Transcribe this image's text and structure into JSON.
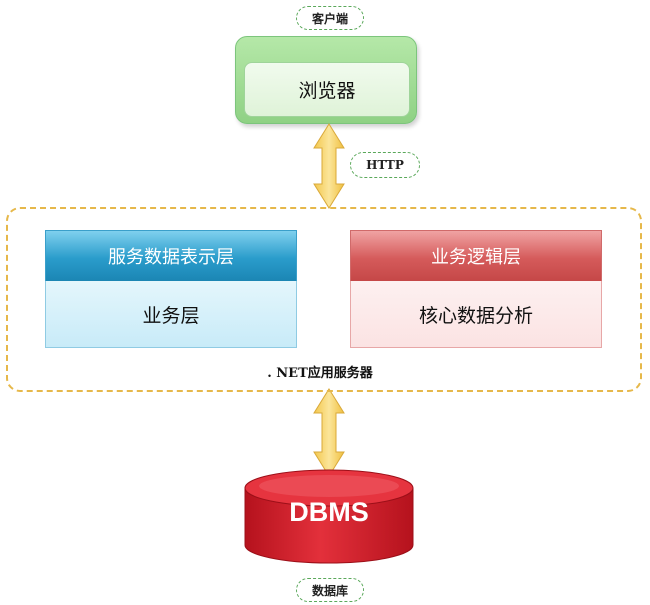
{
  "client": {
    "label": "客户端",
    "browser": "浏览器"
  },
  "protocol": {
    "label": "HTTP"
  },
  "server": {
    "label": ". NET应用服务器",
    "presentation_layer": {
      "title": "服务数据表示层",
      "body": "业务层"
    },
    "logic_layer": {
      "title": "业务逻辑层",
      "body": "核心数据分析"
    }
  },
  "database": {
    "name": "DBMS",
    "label": "数据库"
  },
  "colors": {
    "client_green": "#8fd184",
    "blue_header": "#2a9ccb",
    "red_header": "#d55b5b",
    "arrow_fill": "#f7d86a",
    "container_border": "#e6b84a",
    "db_red": "#d71e2b"
  }
}
